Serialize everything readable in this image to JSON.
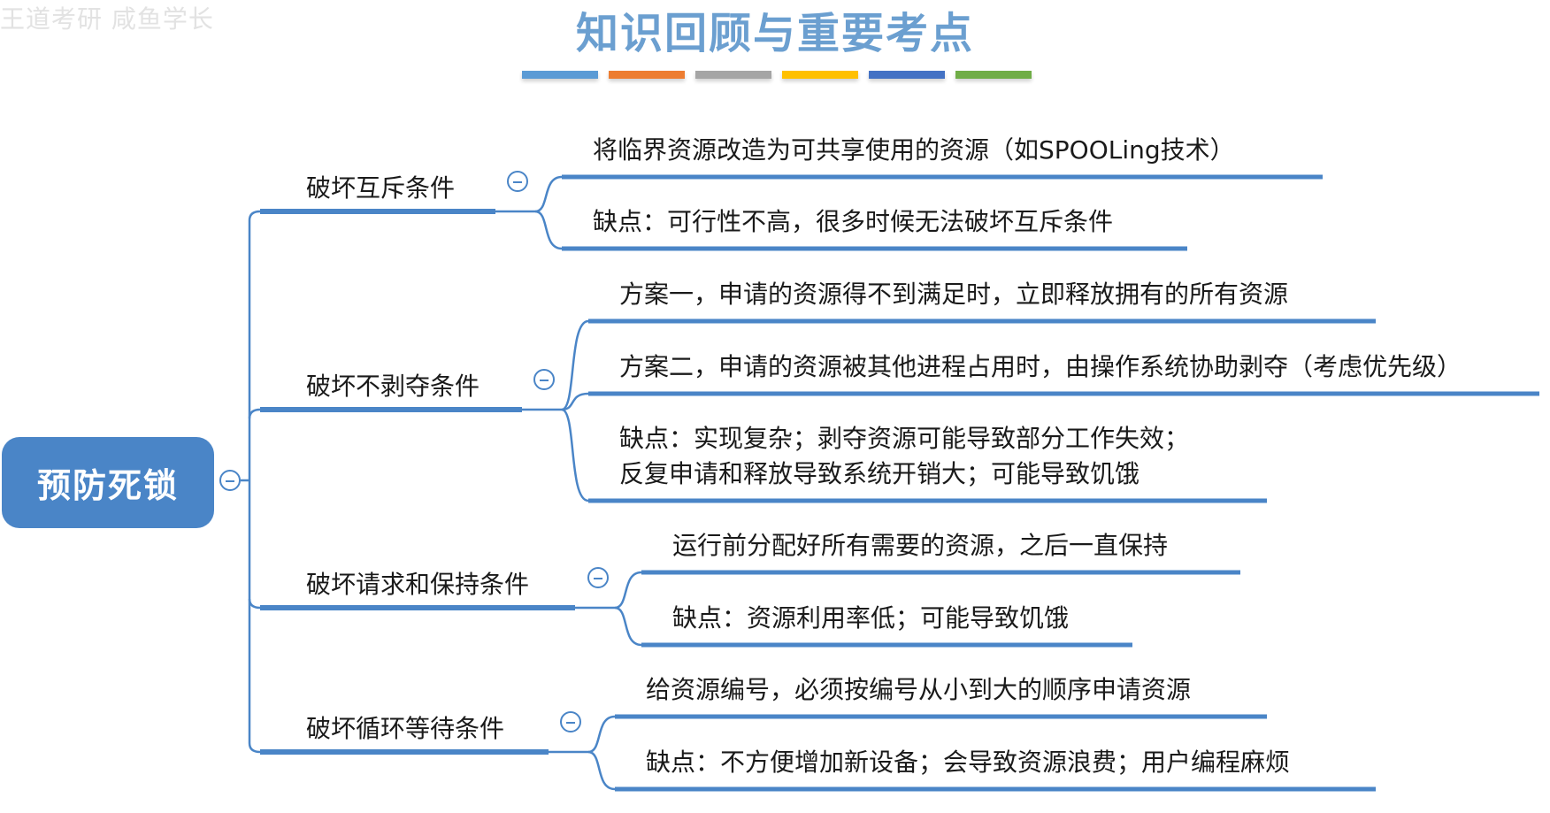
{
  "watermark": "王道考研 咸鱼学长",
  "page": {
    "title": "知识回顾与重要考点",
    "title_bar_colors": [
      "#5b9bd5",
      "#ed7d31",
      "#a5a5a5",
      "#ffc000",
      "#4472c4",
      "#70ad47"
    ]
  },
  "colors": {
    "accent": "#4a85c7",
    "text": "#1a1a1a"
  },
  "mindmap": {
    "root": {
      "label": "预防死锁"
    },
    "branches": [
      {
        "label": "破坏互斥条件",
        "leaves": [
          {
            "lines": [
              "将临界资源改造为可共享使用的资源（如SPOOLing技术）"
            ]
          },
          {
            "lines": [
              "缺点：可行性不高，很多时候无法破坏互斥条件"
            ]
          }
        ]
      },
      {
        "label": "破坏不剥夺条件",
        "leaves": [
          {
            "lines": [
              "方案一，申请的资源得不到满足时，立即释放拥有的所有资源"
            ]
          },
          {
            "lines": [
              "方案二，申请的资源被其他进程占用时，由操作系统协助剥夺（考虑优先级）"
            ]
          },
          {
            "lines": [
              "缺点：实现复杂；剥夺资源可能导致部分工作失效；",
              "反复申请和释放导致系统开销大；可能导致饥饿"
            ]
          }
        ]
      },
      {
        "label": "破坏请求和保持条件",
        "leaves": [
          {
            "lines": [
              "运行前分配好所有需要的资源，之后一直保持"
            ]
          },
          {
            "lines": [
              "缺点：资源利用率低；可能导致饥饿"
            ]
          }
        ]
      },
      {
        "label": "破坏循环等待条件",
        "leaves": [
          {
            "lines": [
              "给资源编号，必须按编号从小到大的顺序申请资源"
            ]
          },
          {
            "lines": [
              "缺点：不方便增加新设备；会导致资源浪费；用户编程麻烦"
            ]
          }
        ]
      }
    ]
  }
}
